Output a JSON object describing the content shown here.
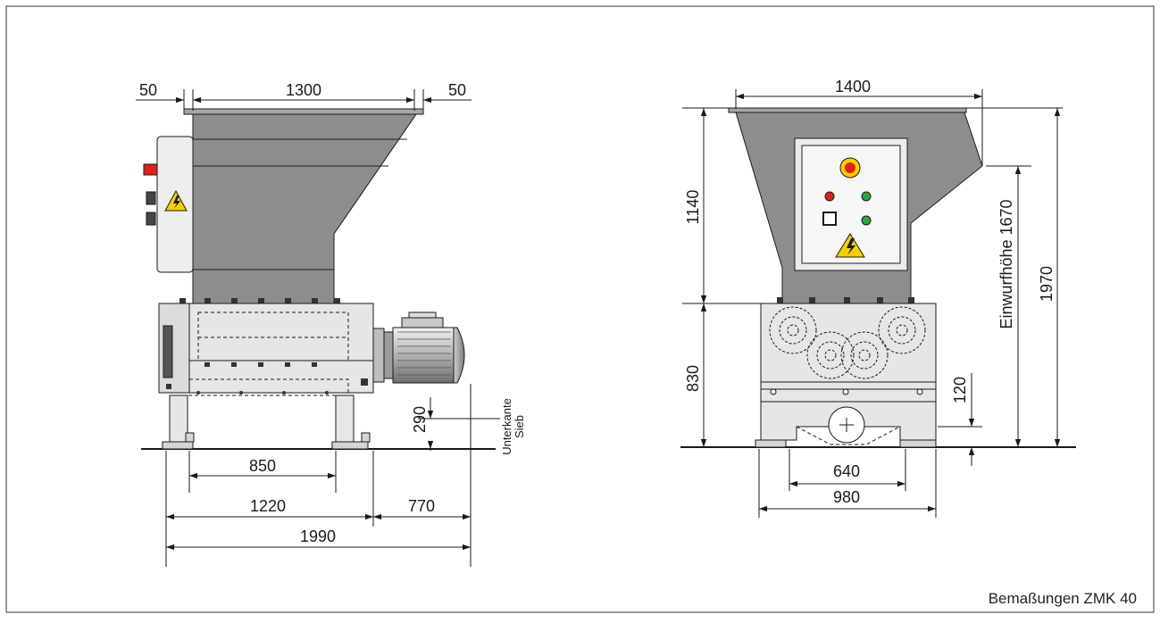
{
  "caption": "Bemaßungen ZMK 40",
  "side_view": {
    "dims": {
      "top_left_margin": "50",
      "top_width": "1300",
      "top_right_margin": "50",
      "leg_span": "850",
      "base_length": "1220",
      "motor_length": "770",
      "total_length": "1990",
      "screen_height": "290"
    },
    "screen_label_line1": "Unterkante",
    "screen_label_line2": "Sieb"
  },
  "front_view": {
    "dims": {
      "hopper_width": "1400",
      "hopper_height": "1140",
      "body_height": "830",
      "feed_height": "Einwurfhöhe 1670",
      "total_height": "1970",
      "ground_clearance": "120",
      "inner_leg_span": "640",
      "outer_leg_span": "980"
    }
  },
  "colors": {
    "hopper": "#8d8d8d",
    "body": "#e6e6e6",
    "panel": "#f4f4f4",
    "line": "#1a1a1a",
    "warning": "#f5d000",
    "estop": "#e0201a",
    "lamp_green": "#2aa63a"
  },
  "icons": [
    "warning-icon",
    "emergency-stop-icon",
    "indicator-lamp-icon",
    "motor-icon"
  ]
}
